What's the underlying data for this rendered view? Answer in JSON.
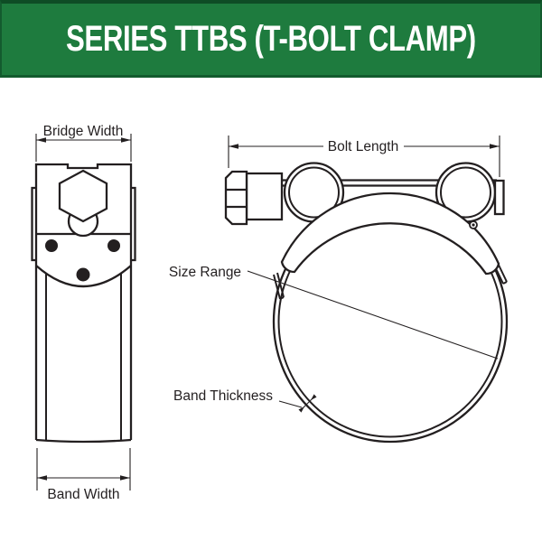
{
  "header": {
    "title": "SERIES TTBS (T-BOLT CLAMP)",
    "bg_color": "#1E7B3E",
    "edge_color": "#0E4C25",
    "text_color": "#FFFFFF"
  },
  "diagram": {
    "line_color": "#231F20",
    "background_color": "#FFFFFF",
    "front_view": {
      "bridge_width_label": "Bridge Width",
      "band_width_label": "Band Width"
    },
    "side_view": {
      "bolt_length_label": "Bolt Length",
      "size_range_label": "Size Range",
      "band_thickness_label": "Band Thickness"
    }
  }
}
